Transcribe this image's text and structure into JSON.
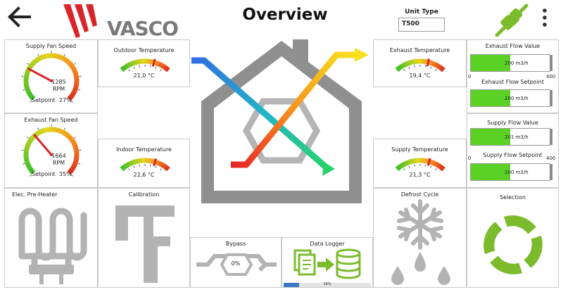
{
  "header": {
    "back_icon": "arrow-left-icon",
    "logo_text": "VASCO",
    "title": "Overview",
    "unit_type_label": "Unit Type",
    "unit_type_value": "T500",
    "plug_icon": "plug-connected-icon",
    "menu_icon": "more-vertical-icon"
  },
  "supply_fan": {
    "title": "Supply Fan Speed",
    "rpm": "1285",
    "rpm_unit": "RPM",
    "setpoint_label": "Setpoint",
    "setpoint_value": "27%",
    "level": 0.27
  },
  "exhaust_fan": {
    "title": "Exhaust Fan Speed",
    "rpm": "1664",
    "rpm_unit": "RPM",
    "setpoint_label": "Setpoint",
    "setpoint_value": "35%",
    "level": 0.35
  },
  "outdoor_temp": {
    "title": "Outdoor Temperature",
    "value": "21,0 °C",
    "level": 0.68
  },
  "indoor_temp": {
    "title": "Indoor Temperature",
    "value": "22,6 °C",
    "level": 0.7
  },
  "exhaust_temp": {
    "title": "Exhaust Temperature",
    "value": "19,4 °C",
    "level": 0.66
  },
  "supply_temp": {
    "title": "Supply Temperature",
    "value": "21,3 °C",
    "level": 0.68
  },
  "flows": {
    "axis_min": "0",
    "axis_max": "400",
    "exhaust_value": {
      "title": "Exhaust Flow Value",
      "value": "200 m3/h",
      "fraction": 0.5
    },
    "exhaust_setpoint": {
      "title": "Exhaust Flow Setpoint",
      "value": "200 m3/h",
      "fraction": 0.5
    },
    "supply_value": {
      "title": "Supply Flow Value",
      "value": "201 m3/h",
      "fraction": 0.5
    },
    "supply_setpoint": {
      "title": "Supply Flow Setpoint",
      "value": "200 m3/h",
      "fraction": 0.5
    }
  },
  "tiles": {
    "preheater": {
      "title": "Elec. Pre-Heater",
      "icon": "heater-coil-icon"
    },
    "calibration": {
      "title": "Calibration",
      "icon": "caliper-icon"
    },
    "bypass": {
      "title": "Bypass",
      "value": "0%",
      "icon": "bypass-icon"
    },
    "data_logger": {
      "title": "Data Logger",
      "progress_text": "18%",
      "progress": 0.18,
      "icon": "data-logger-icon"
    },
    "defrost": {
      "title": "Defrost Cycle",
      "icon": "snowflake-icon"
    },
    "selection": {
      "title": "Selection",
      "icon": "selection-ring-icon"
    }
  },
  "colors": {
    "accent_green": "#7cbb2c",
    "flow_green": "#5bd125",
    "logo_red": "#d9252a",
    "house_gray": "#8f8f8f",
    "icon_gray": "#b3b3b3"
  }
}
